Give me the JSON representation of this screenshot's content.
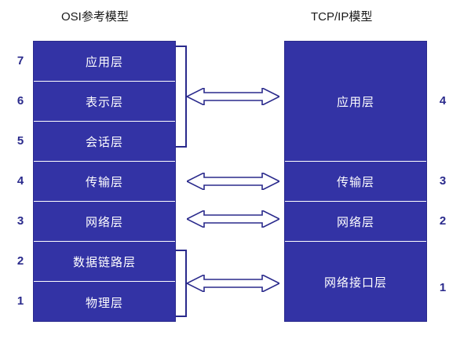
{
  "titles": {
    "osi": "OSI参考模型",
    "tcp": "TCP/IP模型"
  },
  "colors": {
    "box_fill": "#3333A5",
    "box_text": "#FFFFFF",
    "number_text": "#2A2A8C",
    "title_text": "#1A1A1A",
    "background": "#FFFFFF"
  },
  "osi_layers": [
    {
      "number": "7",
      "label": "应用层"
    },
    {
      "number": "6",
      "label": "表示层"
    },
    {
      "number": "5",
      "label": "会话层"
    },
    {
      "number": "4",
      "label": "传输层"
    },
    {
      "number": "3",
      "label": "网络层"
    },
    {
      "number": "2",
      "label": "数据链路层"
    },
    {
      "number": "1",
      "label": "物理层"
    }
  ],
  "tcp_layers": [
    {
      "number": "4",
      "label": "应用层"
    },
    {
      "number": "3",
      "label": "传输层"
    },
    {
      "number": "2",
      "label": "网络层"
    },
    {
      "number": "1",
      "label": "网络接口层"
    }
  ],
  "connectors": [
    {
      "name": "application-mapping"
    },
    {
      "name": "transport-mapping"
    },
    {
      "name": "network-mapping"
    },
    {
      "name": "link-mapping"
    }
  ]
}
